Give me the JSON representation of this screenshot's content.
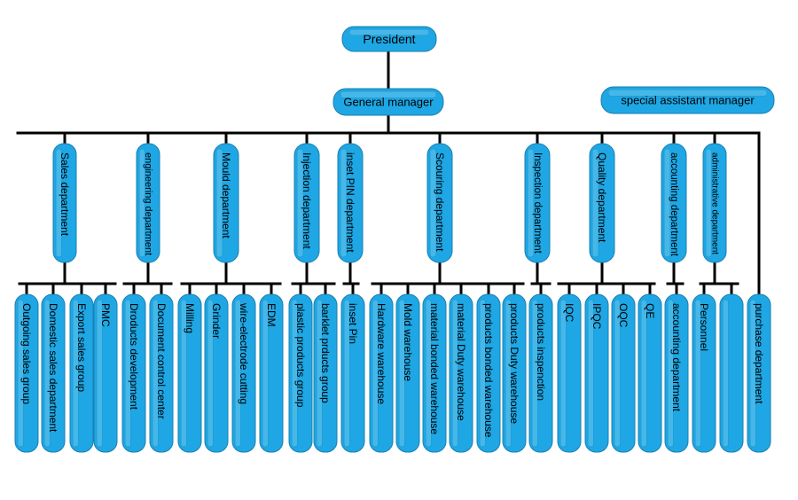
{
  "president": "President",
  "general_manager": "General manager",
  "special_assistant": "special assistant manager",
  "departments": [
    "Sales department",
    "engineering department",
    "Mould department",
    "Injection department",
    "inset PIN department",
    "Scouring department",
    "Inspection department",
    "Quality department",
    "accounting department",
    "administrative department"
  ],
  "groups": [
    "Outgoing sales group",
    "Domestic sales department",
    "Export sales group",
    "PMC",
    "Droducts development",
    "Document control center",
    "Milling",
    "Grinder",
    "wire-electrode cutting",
    "EDM",
    "plastic products group",
    "barklet prducts group",
    "inset Pin",
    "Hardware warehouse",
    "Mold warehouse",
    "material bonded warehouse",
    "material Duty warehouse",
    "products bonded warehouse",
    "products Duty warehouse",
    "products inspenction",
    "IQC",
    "IPQC",
    "OQC",
    "QE",
    "accounting department",
    "Personnel",
    "",
    "purchase department"
  ],
  "colors": {
    "box_fill": "#1ea7e4",
    "box_stroke": "#1b7fb0",
    "line": "#000000",
    "text": "#000000"
  }
}
